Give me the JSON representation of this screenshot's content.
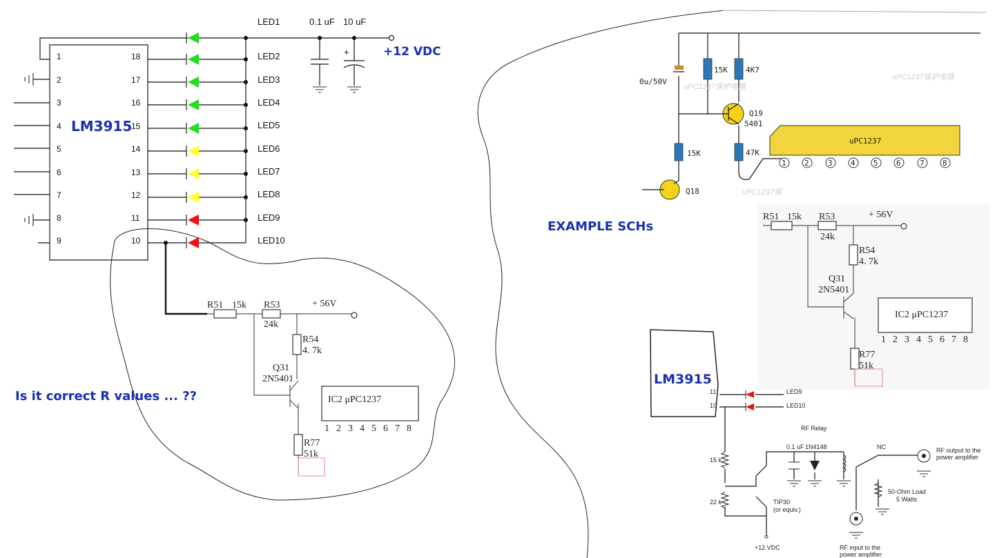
{
  "colors": {
    "annotation": "#1a2fb0",
    "green_led": "#22dd22",
    "yellow_led": "#ffff33",
    "red_led": "#ee1111",
    "ic_fill": "#f2d43c",
    "resistor": "#2b78b8",
    "transistor": "#f5d417"
  },
  "lm3915_left": {
    "chip_label": "LM3915",
    "pins_left": [
      "1",
      "2",
      "3",
      "4",
      "5",
      "6",
      "7",
      "8",
      "9"
    ],
    "pins_right": [
      "18",
      "17",
      "16",
      "15",
      "14",
      "13",
      "12",
      "11",
      "10"
    ],
    "leds": [
      "LED1",
      "LED2",
      "LED3",
      "LED4",
      "LED5",
      "LED6",
      "LED7",
      "LED8",
      "LED9",
      "LED10"
    ],
    "cap1": "0.1 uF",
    "cap2": "10 uF",
    "cap_plus": "+",
    "supply": "+12 VDC"
  },
  "left_sch": {
    "r51": "R51",
    "r51v": "15k",
    "r53": "R53",
    "r53v": "24k",
    "v": "+ 56V",
    "r54": "R54",
    "r54v": "4. 7k",
    "q": "Q31",
    "qpn": "2N5401",
    "ic": "IC2  μPC1237",
    "pins": [
      "1",
      "2",
      "3",
      "4",
      "5",
      "6",
      "7",
      "8"
    ],
    "r77": "R77",
    "r77v": "51k"
  },
  "question": "Is it correct R values ... ??",
  "example_label": "EXAMPLE SCHs",
  "top_right": {
    "cap": "0u/50V",
    "r1": "15K",
    "r2": "4K7",
    "q19": "Q19",
    "q19pn": "5401",
    "r3": "47K",
    "r4": "15K",
    "q18": "Q18",
    "ic": "uPC1237",
    "pins": [
      "1",
      "2",
      "3",
      "4",
      "5",
      "6",
      "7",
      "8"
    ],
    "wm1": "uPC1237保护电路",
    "wm2": "uPC1237保护电路",
    "wm3": "uPC1237保"
  },
  "mid_right": {
    "r51": "R51",
    "r51v": "15k",
    "r53": "R53",
    "r53v": "24k",
    "v": "+ 56V",
    "r54": "R54",
    "r54v": "4. 7k",
    "q": "Q31",
    "qpn": "2N5401",
    "ic": "IC2  μPC1237",
    "pins": [
      "1",
      "2",
      "3",
      "4",
      "5",
      "6",
      "7",
      "8"
    ],
    "r77": "R77",
    "r77v": "51k"
  },
  "bottom_right": {
    "chip_label": "LM3915",
    "pin11": "11",
    "pin10": "10",
    "led9": "LED9",
    "led10": "LED10",
    "relay": "RF Relay",
    "cap": "0.1 uF",
    "diode": "1N4148",
    "nc": "NC",
    "rf_out": "RF output to the",
    "rf_out2": "power amplifier",
    "load": "50-Ohm Load",
    "load2": "5 Watts",
    "r1": "15 k",
    "r2": "22 k",
    "tr": "TIP30",
    "tr2": "(or equiv.)",
    "supply": "+12 VDC",
    "rf_in": "RF input to the",
    "rf_in2": "power amplifier"
  }
}
